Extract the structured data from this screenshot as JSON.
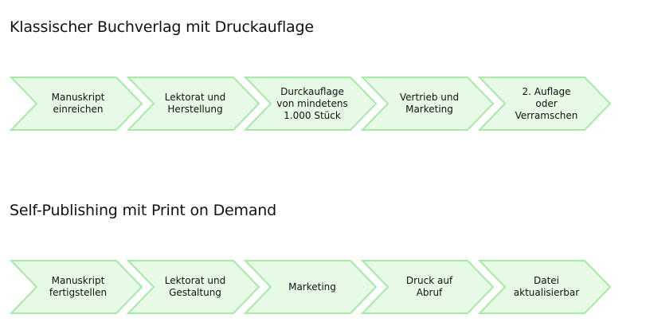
{
  "diagram": {
    "colors": {
      "step_fill": "#e6fae6",
      "step_border": "#a7eaa7",
      "text": "#111111"
    },
    "sections": [
      {
        "title": "Klassischer Buchverlag mit Druckauflage",
        "steps": [
          "Manuskript\neinreichen",
          "Lektorat und\nHerstellung",
          "Durckauflage\nvon mindetens\n1.000 Stück",
          "Vertrieb und\nMarketing",
          "2. Auflage\noder\nVerramschen"
        ]
      },
      {
        "title": "Self-Publishing mit Print on Demand",
        "steps": [
          "Manuskript\nfertigstellen",
          "Lektorat und\nGestaltung",
          "Marketing",
          "Druck auf\nAbruf",
          "Datei\naktualisierbar"
        ]
      }
    ]
  }
}
